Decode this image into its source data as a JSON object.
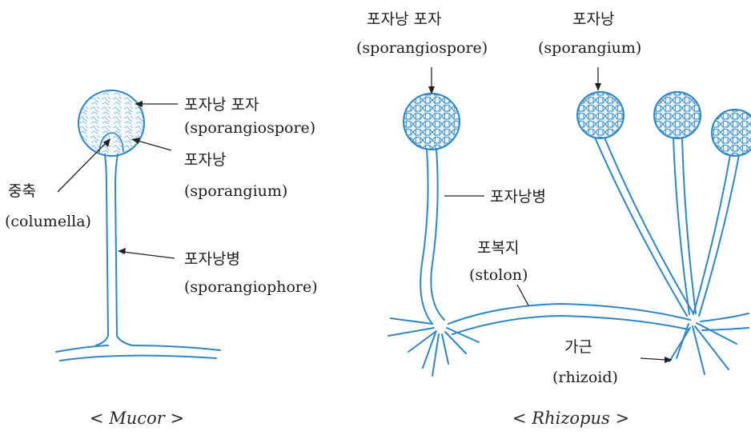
{
  "colors": {
    "hypha": "#2f86c6",
    "spore_fill": "#eaf4fb",
    "text": "#1c1c1c"
  },
  "mucor": {
    "caption_open": "< ",
    "caption_name": "Mucor",
    "caption_close": " >",
    "labels": {
      "sporangiospore_ko": "포자낭 포자",
      "sporangiospore_en": "(sporangiospore)",
      "sporangium_ko": "포자낭",
      "sporangium_en": "(sporangium)",
      "columella_ko": "중축",
      "columella_en": "(columella)",
      "sporangiophore_ko": "포자낭병",
      "sporangiophore_en": "(sporangiophore)"
    }
  },
  "rhizopus": {
    "caption_open": "< ",
    "caption_name": "Rhizopus",
    "caption_close": " >",
    "labels": {
      "sporangiospore_ko": "포자낭 포자",
      "sporangiospore_en": "(sporangiospore)",
      "sporangium_ko": "포자낭",
      "sporangium_en": "(sporangium)",
      "sporangiophore_ko": "포자낭병",
      "stolon_ko": "포복지",
      "stolon_en": "(stolon)",
      "rhizoid_ko": "가근",
      "rhizoid_en": "(rhizoid)"
    }
  }
}
